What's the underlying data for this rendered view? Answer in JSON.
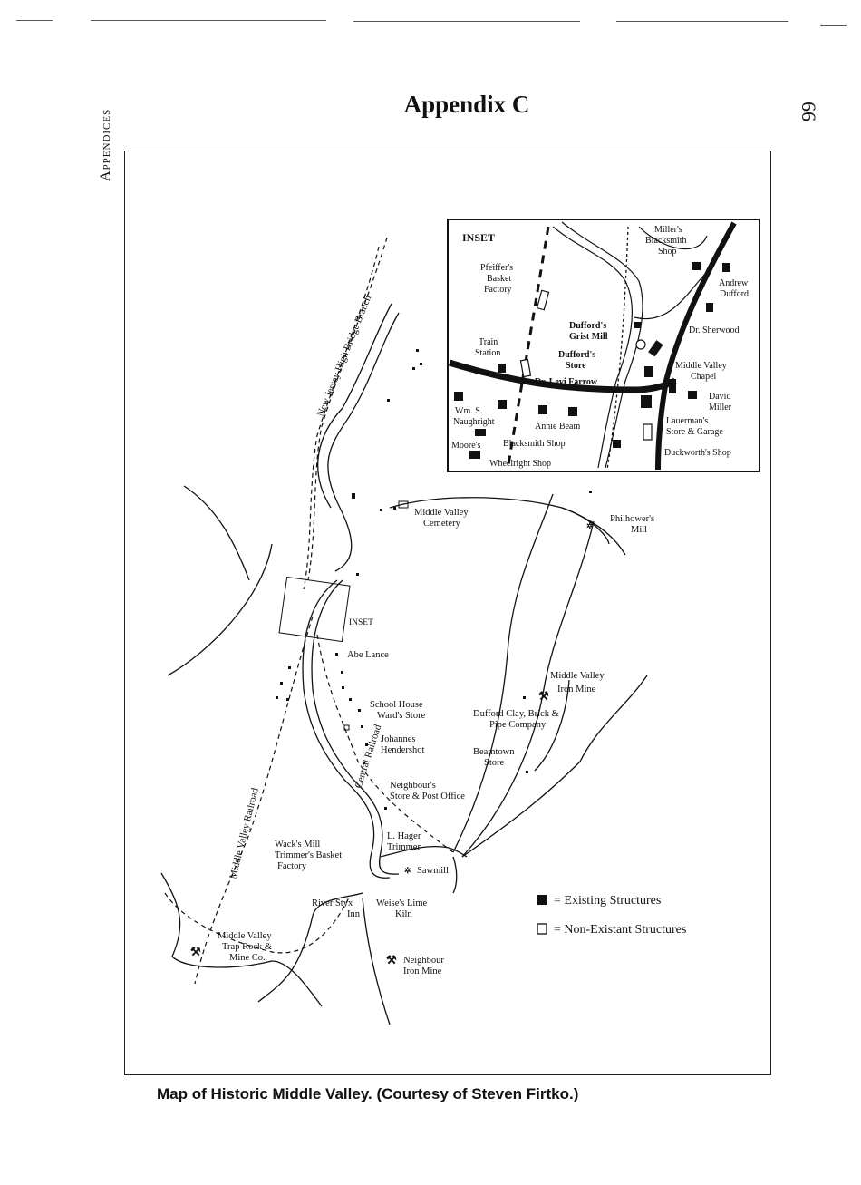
{
  "header": {
    "side_label": "Appendices",
    "title": "Appendix C",
    "page_number": "66"
  },
  "map": {
    "rail_labels": {
      "nj_high_bridge": "New Jersey High Bridge Branch",
      "central": "Central Railroad",
      "middle_valley": "Middle Valley Railroad"
    },
    "places": {
      "cemetery": [
        "Middle Valley",
        "Cemetery"
      ],
      "philhower": [
        "Philhower's",
        "Mill"
      ],
      "inset_marker": "INSET",
      "abe_lance": "Abe Lance",
      "school_house": [
        "School House",
        "Ward's Store"
      ],
      "johannes": [
        "Johannes",
        "Hendershot"
      ],
      "neighbours_store": [
        "Neighbour's",
        "Store & Post Office"
      ],
      "mv_iron_mine": [
        "Middle Valley",
        "Iron Mine"
      ],
      "dufford_clay": [
        "Dufford Clay, Brick &",
        "Pipe Company"
      ],
      "beamtown": [
        "Beamtown",
        "Store"
      ],
      "wacks_mill": [
        "Wack's Mill",
        "Trimmer's Basket",
        "Factory"
      ],
      "hager": [
        "L. Hager",
        "Trimmer"
      ],
      "sawmill": "Sawmill",
      "river_styx": [
        "River Styx",
        "Inn"
      ],
      "weises_kiln": [
        "Weise's Lime",
        "Kiln"
      ],
      "trap_rock": [
        "Middle Valley",
        "Trap Rock &",
        "Mine Co."
      ],
      "neighbour_iron": [
        "Neighbour",
        "Iron Mine"
      ]
    },
    "inset": {
      "title": "INSET",
      "labels": {
        "pfeiffer": [
          "Pfeiffer's",
          "Basket",
          "Factory"
        ],
        "millers_bs": [
          "Miller's",
          "Blacksmith",
          "Shop"
        ],
        "andrew_dufford": [
          "Andrew",
          "Dufford"
        ],
        "dr_sherwood": "Dr. Sherwood",
        "grist_mill": [
          "Dufford's",
          "Grist Mill"
        ],
        "duffords_store": [
          "Dufford's",
          "Store"
        ],
        "train_station": [
          "Train",
          "Station"
        ],
        "dr_farrow": "Dr. Levi Farrow",
        "mv_chapel": [
          "Middle Valley",
          "Chapel"
        ],
        "david_miller": [
          "David",
          "Miller"
        ],
        "naughright": [
          "Wm. S.",
          "Naughright"
        ],
        "annie_beam": "Annie Beam",
        "lauermans": [
          "Lauerman's",
          "Store & Garage"
        ],
        "moores": "Moore's",
        "blacksmith_shop": "Blacksmith Shop",
        "wheelright": "Wheelright Shop",
        "duckworth": "Duckworth's Shop"
      }
    },
    "legend": {
      "existing": "= Existing Structures",
      "non_existing": "= Non-Existant Structures"
    }
  },
  "caption": "Map of Historic Middle Valley.  (Courtesy of Steven Firtko.)"
}
